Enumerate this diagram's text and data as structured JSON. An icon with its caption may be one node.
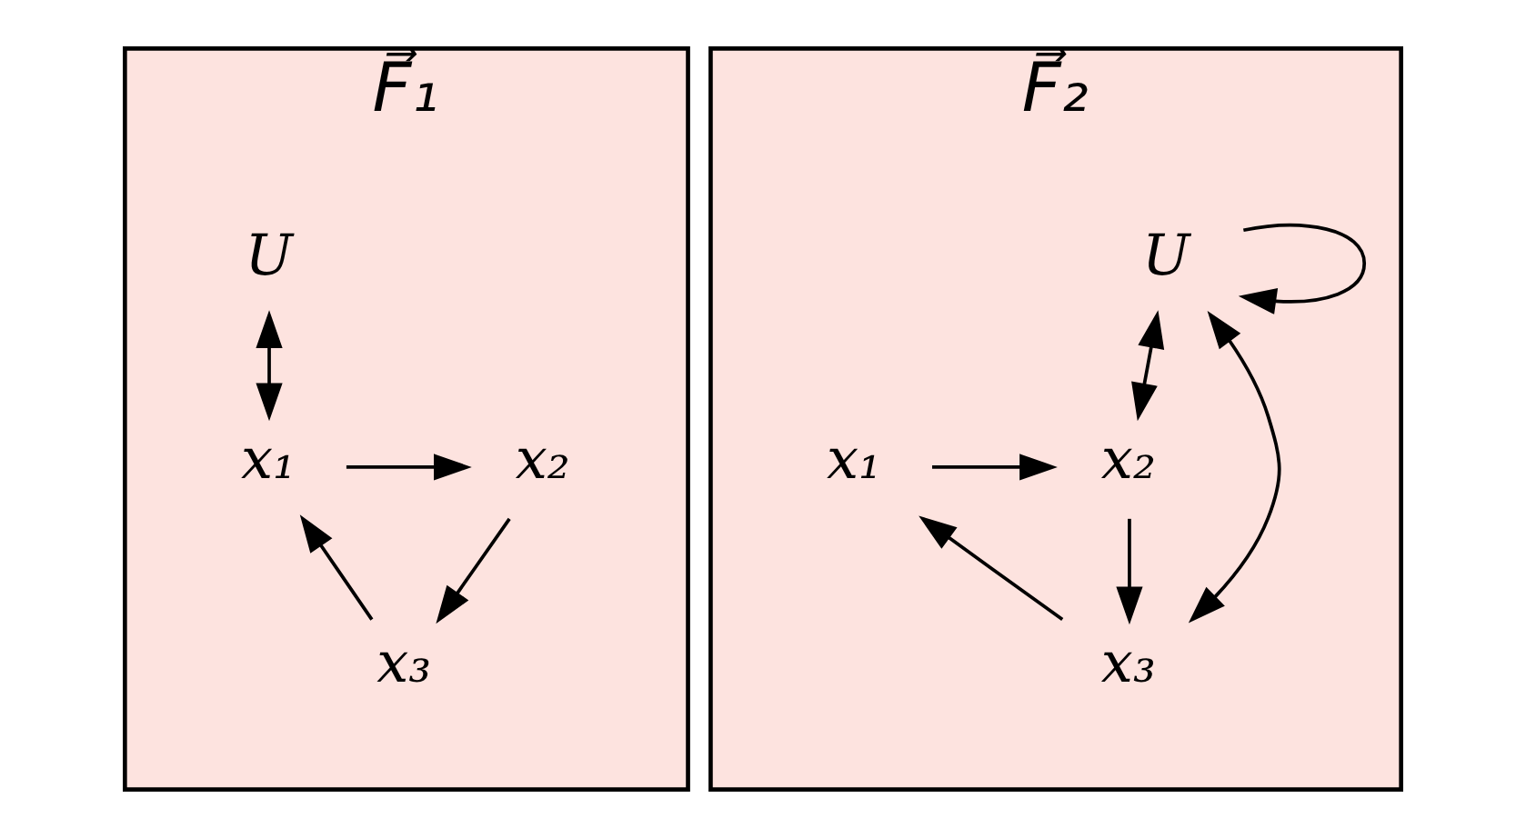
{
  "diagram": {
    "nodes": [
      {
        "text": [
          "F⃗₁"
        ]
      },
      {
        "text": [
          "U"
        ],
        "in": 0
      },
      {
        "text": [
          "x₁"
        ],
        "in": 0
      },
      {
        "text": [
          "x₂"
        ],
        "in": 0
      },
      {
        "text": [
          "x₃"
        ],
        "in": 0
      },
      {
        "text": [
          "F⃗₂"
        ]
      },
      {
        "text": [
          "U"
        ],
        "in": 5
      },
      {
        "text": [
          "x₁"
        ],
        "in": 5
      },
      {
        "text": [
          "x₂"
        ],
        "in": 5
      },
      {
        "text": [
          "x₃"
        ],
        "in": 5
      }
    ],
    "edges": [
      {
        "from": 1,
        "to": 2,
        "arrow": "both"
      },
      {
        "from": 2,
        "to": 3,
        "arrow": "to"
      },
      {
        "from": 3,
        "to": 4,
        "arrow": "to"
      },
      {
        "from": 4,
        "to": 2,
        "arrow": "to"
      },
      {
        "from": 6,
        "to": 6,
        "arrow": "to"
      },
      {
        "from": 6,
        "to": 8,
        "arrow": "both"
      },
      {
        "from": 6,
        "to": 9,
        "arrow": "both"
      },
      {
        "from": 7,
        "to": 8,
        "arrow": "to"
      },
      {
        "from": 8,
        "to": 9,
        "arrow": "to"
      },
      {
        "from": 9,
        "to": 7,
        "arrow": "to"
      }
    ]
  }
}
